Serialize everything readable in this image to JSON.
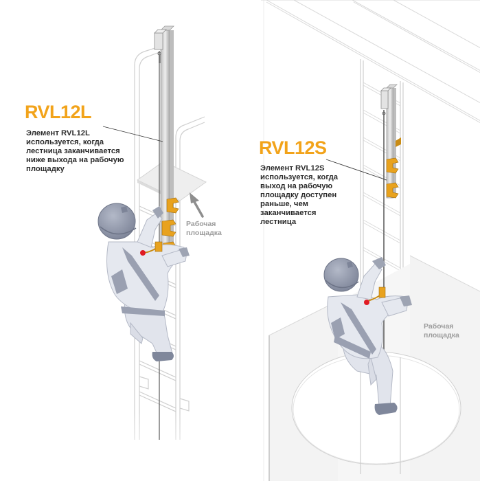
{
  "left_panel": {
    "product_title": "RVL12L",
    "description_lines": [
      "Элемент RVL12L",
      "используется,  когда",
      "лестница заканчивается",
      "ниже выхода  на рабочую",
      "площадку"
    ],
    "platform_label_lines": [
      "Рабочая",
      "площадка"
    ],
    "ladder_ends": "below platform exit"
  },
  "right_panel": {
    "product_title": "RVL12S",
    "description_lines": [
      "Элемент RVL12S",
      "используется, когда",
      "выход  на рабочую",
      "площадку доступен",
      "раньше, чем",
      "заканчивается",
      "лестница"
    ],
    "platform_label_lines": [
      "Рабочая",
      "площадка"
    ],
    "ladder_ends": "above platform exit"
  },
  "colors": {
    "title_accent": "#f2a31a",
    "text": "#2b2b2b",
    "platform_label": "#9c9c9c",
    "bracket_orange": "#e8a21e",
    "suit": "#e3e6ee",
    "helmet": "#8e95a8",
    "harness": "#9aa0b1",
    "attachment_point": "#e01b24"
  },
  "icons": {
    "platform_arrow": "arrow-up-left"
  }
}
